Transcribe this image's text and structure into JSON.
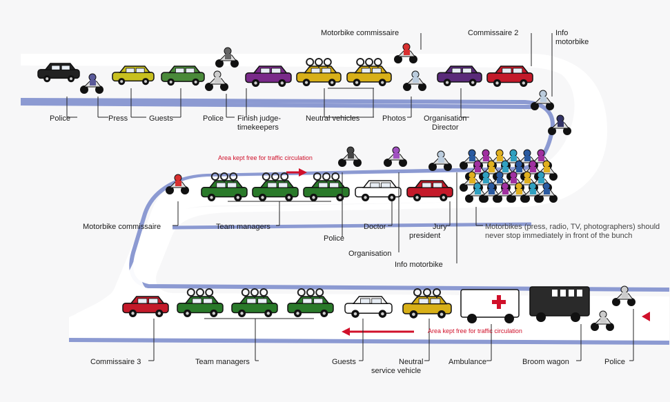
{
  "labels": {
    "row1": {
      "police_a": "Police",
      "press": "Press",
      "guests": "Guests",
      "police_b": "Police",
      "finish_judge": "Finish judge-",
      "timekeepers": "timekeepers",
      "neutral_vehicles": "Neutral vehicles",
      "photos": "Photos",
      "organisation": "Organisation",
      "director": "Director",
      "motorbike_commissaire": "Motorbike commissaire",
      "commissaire_2": "Commissaire 2",
      "info": "Info",
      "motorbike": "motorbike"
    },
    "row2": {
      "traffic_note": "Area kept free for traffic circulation",
      "motorbike_commissaire": "Motorbike commissaire",
      "team_managers": "Team managers",
      "police": "Police",
      "doctor": "Doctor",
      "organisation": "Organisation",
      "jury": "Jury",
      "president": "president",
      "info_motorbike": "Info motorbike",
      "motorbikes_note": "Motorbikes (press, radio, TV, photographers) should never stop immediately in front of the bunch"
    },
    "row3": {
      "commissaire_3": "Commissaire 3",
      "team_managers": "Team managers",
      "guests": "Guests",
      "neutral": "Neutral",
      "service_vehicle": "service vehicle",
      "ambulance": "Ambulance",
      "broom_wagon": "Broom wagon",
      "police": "Police",
      "traffic_note": "Area kept free for traffic circulation"
    }
  },
  "colors": {
    "road": "#ffffff",
    "road_edge": "#8c9ad2",
    "arrow": "#d0102a",
    "police_car": "#222222",
    "press_car": "#c8c020",
    "guests_car": "#2f8a2e",
    "finish_car": "#7a2a8a",
    "neutral_car": "#d8b018",
    "org_car": "#5a2a7a",
    "commissaire_car": "#c41a2a",
    "team_car": "#2a7a2a"
  }
}
